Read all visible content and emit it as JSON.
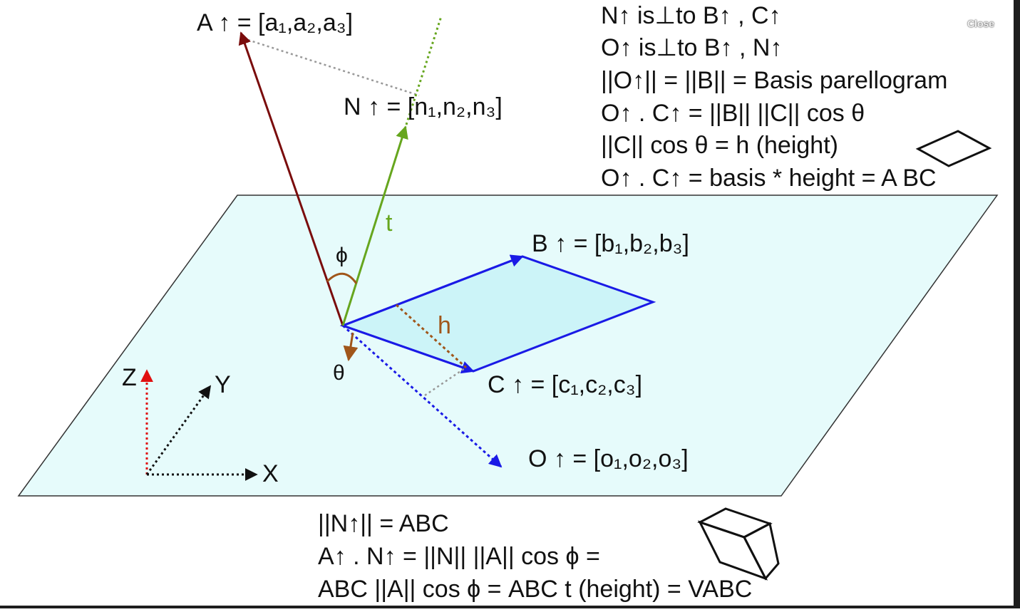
{
  "close_label": "Close",
  "vectors": {
    "A": "A ↑ = [a₁,a₂,a₃]",
    "N": "N ↑ = [n₁,n₂,n₃]",
    "B": "B ↑ = [b₁,b₂,b₃]",
    "C": "C ↑ = [c₁,c₂,c₃]",
    "O": "O ↑ = [o₁,o₂,o₃]"
  },
  "labels": {
    "t": "t",
    "phi": "ϕ",
    "theta": "θ",
    "h": "h",
    "axis_x": "X",
    "axis_y": "Y",
    "axis_z": "Z"
  },
  "equations_top": [
    "N↑ is⊥to B↑ , C↑",
    "O↑ is⊥to B↑ , N↑",
    "||O↑|| = ||B|| = Basis parellogram",
    "O↑ . C↑ = ||B|| ||C|| cos θ",
    "||C|| cos θ = h (height)",
    "O↑ . C↑ = basis * height = A BC"
  ],
  "equations_bottom": [
    "||N↑|| = ABC",
    "A↑ . N↑ = ||N|| ||A|| cos ϕ =",
    "ABC ||A|| cos ϕ = ABC t (height) = VABC"
  ],
  "colors": {
    "plane": "#e6fbfb",
    "plane_stroke": "#333333",
    "parallelogram_fill": "#ccf4f8",
    "blue": "#1a1ae6",
    "dark_red": "#7a0c0c",
    "green": "#66a61e",
    "orange": "#a0561a",
    "axis_red": "#e01010"
  }
}
